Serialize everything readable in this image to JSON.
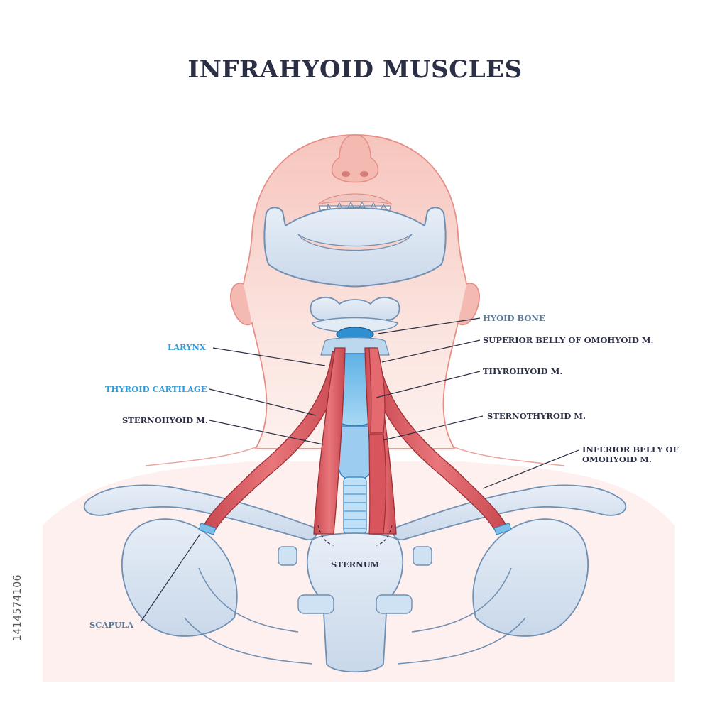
{
  "title": "INFRAHYOID MUSCLES",
  "labels": {
    "hyoid_bone": "HYOID BONE",
    "superior_belly": "SUPERIOR BELLY OF OMOHYOID M.",
    "thyrohyoid": "THYROHYOID M.",
    "sternothyroid": "STERNOTHYROID M.",
    "inferior_belly_1": "INFERIOR BELLY OF",
    "inferior_belly_2": "OMOHYOID M.",
    "larynx": "LARYNX",
    "thyroid_cartilage": "THYROID CARTILAGE",
    "sternohyoid": "STERNOHYOID M.",
    "sternum": "STERNUM",
    "scapula": "SCAPULA"
  },
  "stock_id": "1414574106",
  "colors": {
    "skin": "#f8d7d0",
    "skin_outline": "#e58f88",
    "bone": "#dbe6f2",
    "bone_outline": "#6f8fb3",
    "muscle": "#d9555d",
    "muscle_outline": "#9c2f36",
    "cartilage": "#7cc0ea",
    "label_dark": "#2b2f45",
    "label_blue": "#2f9bd8"
  }
}
